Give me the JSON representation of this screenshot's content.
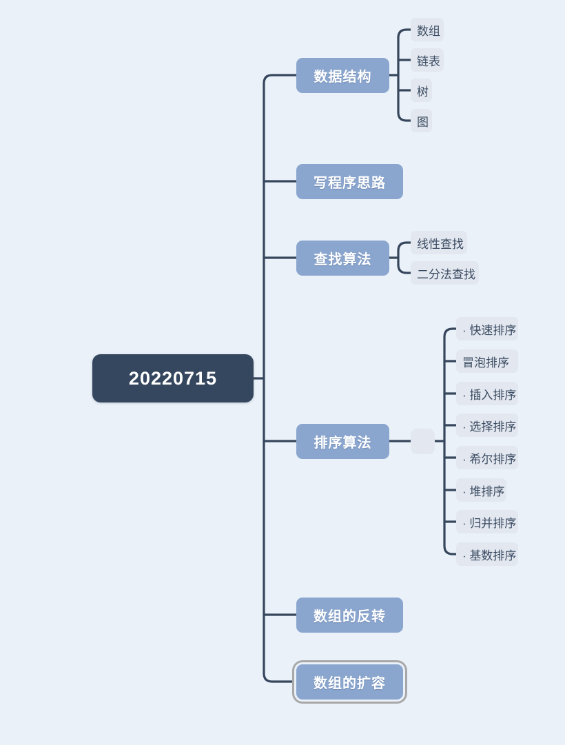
{
  "theme": {
    "background": "#eaf1f9",
    "root_fill": "#35475e",
    "root_text": "#ffffff",
    "branch_fill": "#8aa6cf",
    "branch_text": "#ffffff",
    "leaf_fill": "#e3e8f0",
    "leaf_text": "#3a4a60",
    "connector": "#36465c",
    "selection_ring": "#a8a8a8"
  },
  "mindmap": {
    "root": {
      "label": "20220715"
    },
    "branches": [
      {
        "label": "数据结构",
        "selected": false,
        "children": [
          {
            "label": "数组"
          },
          {
            "label": "链表"
          },
          {
            "label": "树"
          },
          {
            "label": "图"
          }
        ]
      },
      {
        "label": "写程序思路",
        "selected": false,
        "children": []
      },
      {
        "label": "查找算法",
        "selected": false,
        "children": [
          {
            "label": "线性查找"
          },
          {
            "label": "二分法查找"
          }
        ]
      },
      {
        "label": "排序算法",
        "selected": false,
        "spacer": true,
        "children": [
          {
            "label": "· 快速排序"
          },
          {
            "label": "冒泡排序"
          },
          {
            "label": "· 插入排序"
          },
          {
            "label": "· 选择排序"
          },
          {
            "label": "· 希尔排序"
          },
          {
            "label": "· 堆排序"
          },
          {
            "label": "· 归并排序"
          },
          {
            "label": "· 基数排序"
          }
        ]
      },
      {
        "label": "数组的反转",
        "selected": false,
        "children": []
      },
      {
        "label": "数组的扩容",
        "selected": true,
        "children": []
      }
    ]
  }
}
